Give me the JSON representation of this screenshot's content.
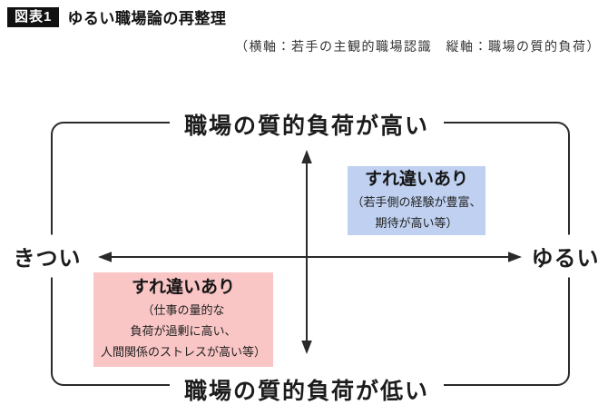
{
  "figure": {
    "badge": "図表1",
    "title": "ゆるい職場論の再整理",
    "axis_note": "（横軸：若手の主観的職場認識　縦軸：職場の質的負荷）"
  },
  "diagram": {
    "axis_top_label": "職場の質的負荷が高い",
    "axis_bottom_label": "職場の質的負荷が低い",
    "axis_left_label": "きつい",
    "axis_right_label": "ゆるい",
    "boxes": {
      "top_right": {
        "title": "すれ違いあり",
        "lines": [
          "（若手側の経験が豊富、",
          "期待が高い等）"
        ],
        "bg_color": "#bfd0f0"
      },
      "bottom_left": {
        "title": "すれ違いあり",
        "lines": [
          "（仕事の量的な",
          "負荷が過剰に高い、",
          "人間関係のストレスが高い等）"
        ],
        "bg_color": "#f9c5c5"
      }
    },
    "colors": {
      "line": "#2a2a2a",
      "text": "#1c1c1c"
    }
  }
}
